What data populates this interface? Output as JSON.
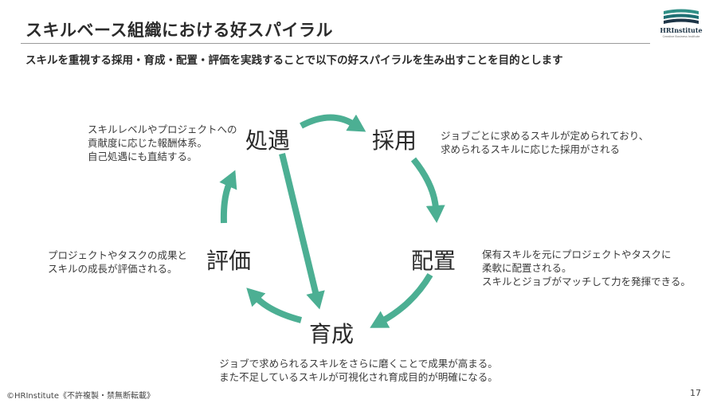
{
  "header": {
    "title": "スキルベース組織における好スパイラル",
    "subtitle": "スキルを重視する採用・育成・配置・評価を実践することで以下の好スパイラルを生み出すことを目的とします"
  },
  "logo": {
    "name": "HRInstitute",
    "tagline": "Creative Business Institute"
  },
  "diagram": {
    "nodes": {
      "treatment": "処遇",
      "hiring": "採用",
      "placement": "配置",
      "development": "育成",
      "evaluation": "評価"
    },
    "descriptions": {
      "treatment": "スキルレベルやプロジェクトへの\n貢献度に応じた報酬体系。\n自己処遇にも直結する。",
      "hiring": "ジョブごとに求めるスキルが定められており、\n求められるスキルに応じた採用がされる",
      "placement": "保有スキルを元にプロジェクトやタスクに\n柔軟に配置される。\nスキルとジョブがマッチして力を発揮できる。",
      "development": "ジョブで求められるスキルをさらに磨くことで成果が高まる。\nまた不足しているスキルが可視化され育成目的が明確になる。",
      "evaluation": "プロジェクトやタスクの成果と\nスキルの成長が評価される。"
    },
    "arrow_color": "#4caf93"
  },
  "footer": {
    "copyright": "©HRInstitute《不許複製・禁無断転載》",
    "page_number": "17"
  }
}
